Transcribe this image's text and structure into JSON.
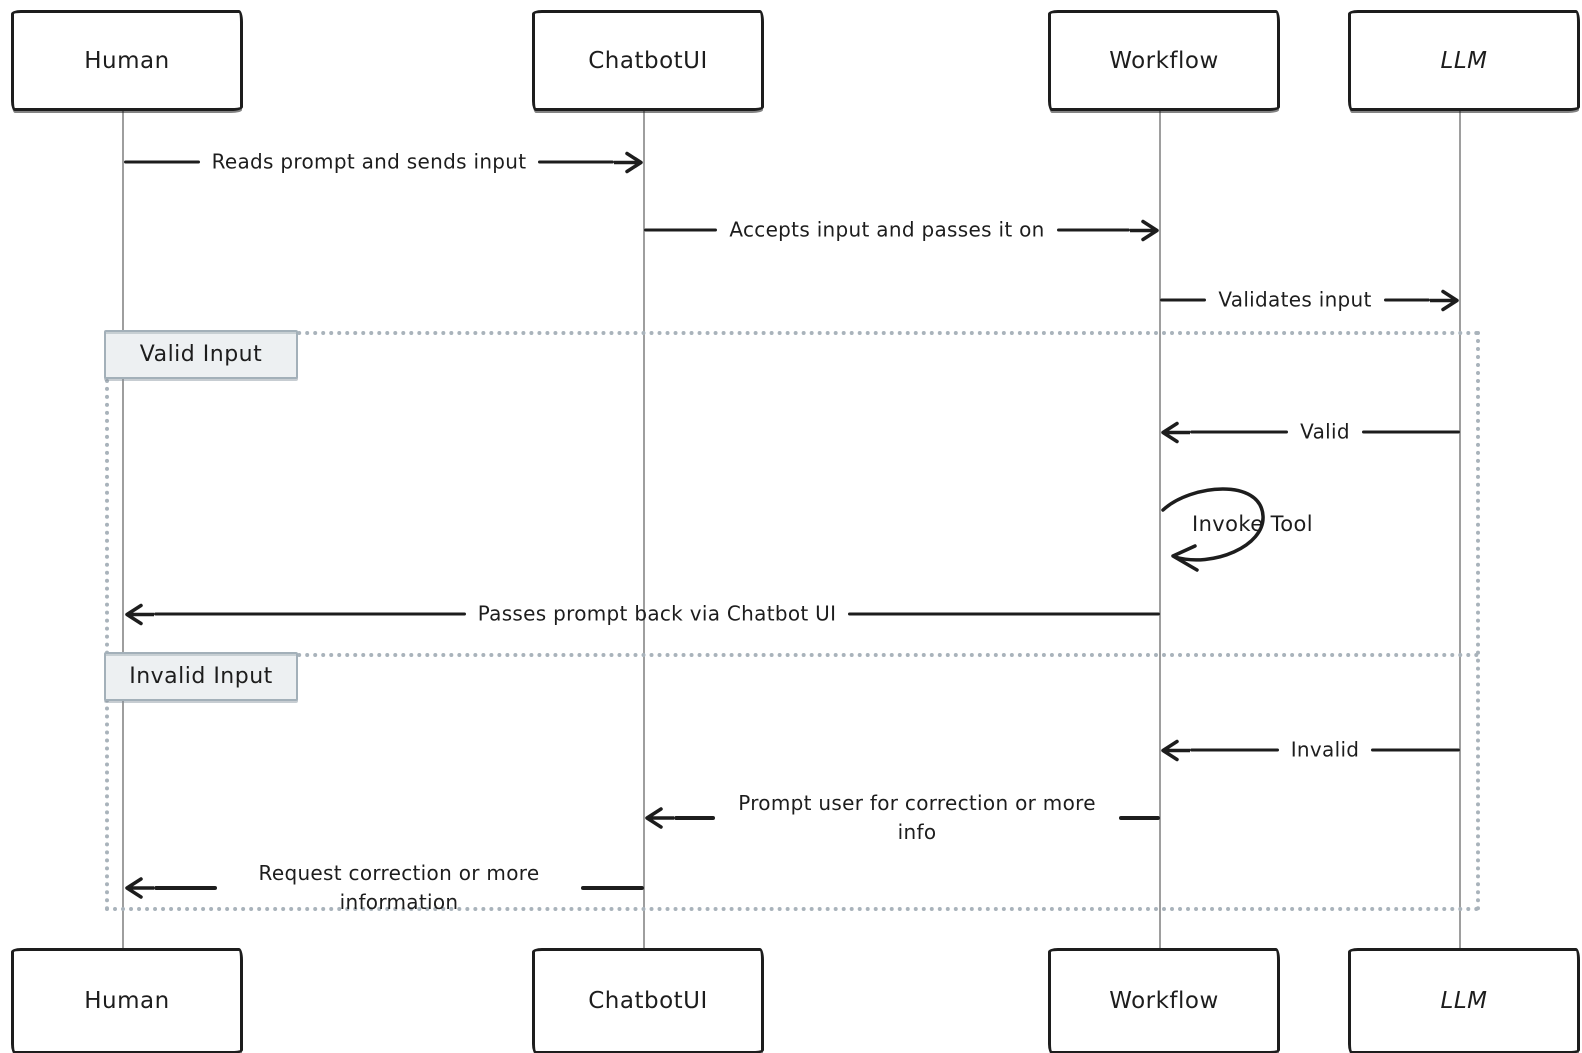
{
  "diagram": {
    "type": "sequence",
    "style": "hand-drawn"
  },
  "colors": {
    "ink": "#1d1d1d",
    "lifeline": "#9e9e9e",
    "frame-dot": "#a9b3bb",
    "label-bg": "#edf0f2",
    "label-border": "#a3b0b9",
    "paper": "#ffffff"
  },
  "actors": [
    {
      "name": "Human"
    },
    {
      "name": "ChatbotUI"
    },
    {
      "name": "Workflow"
    },
    {
      "name": "LLM"
    }
  ],
  "frame": {
    "sections": [
      {
        "label": "Valid Input"
      },
      {
        "label": "Invalid Input"
      }
    ]
  },
  "messages": [
    {
      "from": "Human",
      "to": "ChatbotUI",
      "direction": "right",
      "text": "Reads prompt and sends input"
    },
    {
      "from": "ChatbotUI",
      "to": "Workflow",
      "direction": "right",
      "text": "Accepts input and passes it on"
    },
    {
      "from": "Workflow",
      "to": "LLM",
      "direction": "right",
      "text": "Validates input"
    },
    {
      "from": "LLM",
      "to": "Workflow",
      "direction": "left",
      "section": "Valid Input",
      "text": "Valid"
    },
    {
      "from": "Workflow",
      "to": "Workflow",
      "direction": "self",
      "section": "Valid Input",
      "text": "Invoke Tool"
    },
    {
      "from": "Workflow",
      "to": "Human",
      "direction": "left",
      "section": "Valid Input",
      "text": "Passes prompt back via Chatbot UI"
    },
    {
      "from": "LLM",
      "to": "Workflow",
      "direction": "left",
      "section": "Invalid Input",
      "text": "Invalid"
    },
    {
      "from": "Workflow",
      "to": "ChatbotUI",
      "direction": "left",
      "section": "Invalid Input",
      "text": "Prompt user for correction or more info"
    },
    {
      "from": "ChatbotUI",
      "to": "Human",
      "direction": "left",
      "section": "Invalid Input",
      "text": "Request correction or more information"
    }
  ]
}
